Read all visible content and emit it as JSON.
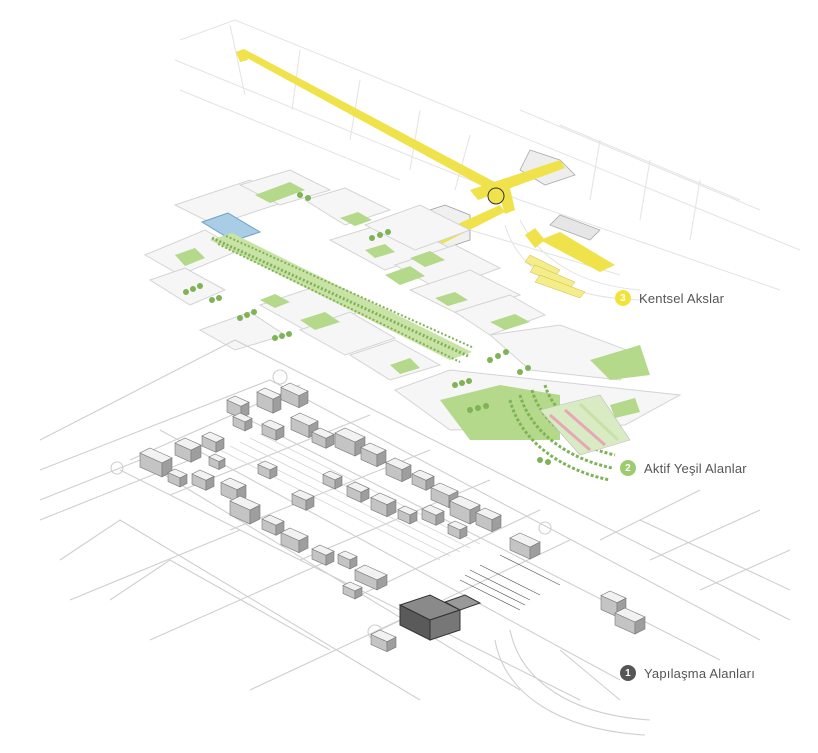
{
  "layers": [
    {
      "number": "3",
      "label": "Kentsel Akslar",
      "color": "#f2e33a"
    },
    {
      "number": "2",
      "label": "Aktif Yeşil Alanlar",
      "color": "#9ccc6f"
    },
    {
      "number": "1",
      "label": "Yapılaşma Alanları",
      "color": "#555555"
    }
  ],
  "colors": {
    "axis": "#f0e24a",
    "green": "#b4d98a",
    "green_dark": "#7fb356",
    "water": "#a9cde6",
    "lines": "#cfcfcf",
    "building_top": "#f2f2f2",
    "building_side": "#c4c4c4",
    "building_dark": "#6a6a6a"
  }
}
